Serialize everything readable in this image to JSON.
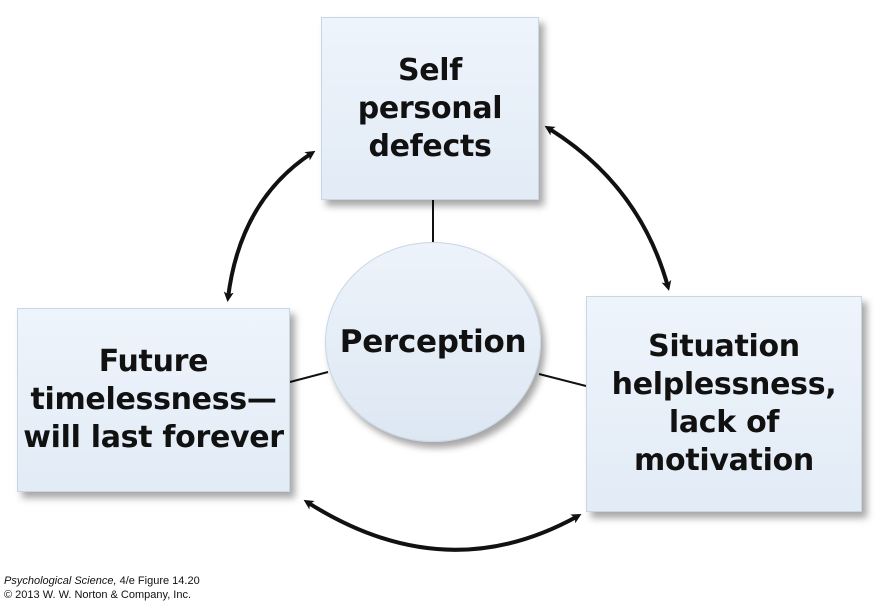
{
  "diagram": {
    "center": {
      "label": "Perception"
    },
    "nodes": {
      "self": {
        "title": "Self",
        "lines": [
          "personal",
          "defects"
        ]
      },
      "situation": {
        "title": "Situation",
        "lines": [
          "helplessness,",
          "lack of",
          "motivation"
        ]
      },
      "future": {
        "title": "Future",
        "lines": [
          "timelessness—",
          "will last forever"
        ]
      }
    }
  },
  "credit": {
    "book_title": "Psychological Science,",
    "edition_figure": " 4/e  Figure 14.20",
    "copyright": "© 2013 W. W. Norton & Company, Inc."
  },
  "colors": {
    "box_fill": "#e8eff8",
    "box_border": "#c9d6e6",
    "text": "#111111",
    "arrow": "#111111"
  }
}
